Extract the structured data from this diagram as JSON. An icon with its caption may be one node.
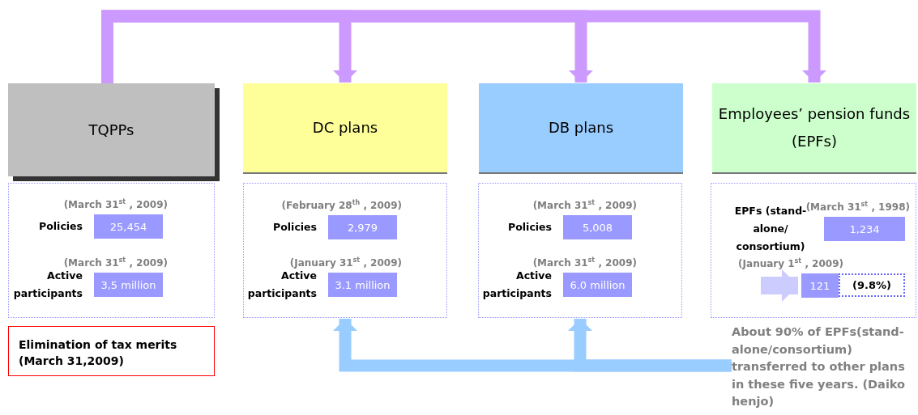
{
  "diagram": {
    "nodes": [
      {
        "text": [
          "TQPPs"
        ]
      },
      {
        "text": [
          "DC plans"
        ]
      },
      {
        "text": [
          "DB plans"
        ]
      },
      {
        "text": [
          "Employees’ pension funds (EPFs)"
        ]
      },
      {
        "text": [],
        "shape": "box"
      },
      {
        "text": [
          "25,454"
        ],
        "in": 4,
        "beside": [
          "(March 31$^{st}$ , 2009)",
          "Policies"
        ]
      },
      {
        "text": [
          "3,5 million"
        ],
        "in": 4,
        "beside": [
          "(March 31$^{st}$ , 2009)",
          "Active participants"
        ]
      },
      {
        "text": [],
        "shape": "box"
      },
      {
        "text": [
          "2,979"
        ],
        "in": 7,
        "beside": [
          "(February 28$^{th}$ , 2009)",
          "Policies"
        ]
      },
      {
        "text": [
          "3.1 million"
        ],
        "in": 7,
        "beside": [
          "(January 31$^{st}$ , 2009)",
          "Active participants"
        ]
      },
      {
        "text": [],
        "shape": "box"
      },
      {
        "text": [
          "5,008"
        ],
        "in": 10,
        "beside": [
          "(March 31$^{st}$ , 2009)",
          "Policies"
        ]
      },
      {
        "text": [
          "6.0 million"
        ],
        "in": 10,
        "beside": [
          "(March 31$^{st}$ , 2009)",
          "Active participants"
        ]
      },
      {
        "text": [],
        "shape": "box"
      },
      {
        "text": [
          "1,234"
        ],
        "in": 13,
        "beside": [
          "(March 31$^{st}$ , 1998)",
          "EPFs (stand-alone/ consortium)"
        ]
      },
      {
        "text": [
          "121"
        ],
        "in": 13,
        "beside": [
          "(January 1$^{st}$ , 2009)"
        ]
      },
      {
        "text": [
          "(9.8%)"
        ],
        "in": 13
      },
      {
        "text": [
          "Elimination of tax merits (March 31,2009)"
        ]
      },
      {
        "text": [
          "About 90% of EPFs(stand-alone/consortium) transferred to other plans in these five years. (Daiko henjo)"
        ]
      }
    ],
    "edges": [
      {
        "from": 0,
        "to": 1,
        "arrow": "to",
        "color": "#cc99ff"
      },
      {
        "from": 0,
        "to": 2,
        "arrow": "to",
        "color": "#cc99ff"
      },
      {
        "from": 0,
        "to": 3,
        "arrow": "to",
        "color": "#cc99ff"
      },
      {
        "from": null,
        "to": 15,
        "arrow": "to",
        "color": "#ccccff"
      },
      {
        "from": 18,
        "to": 7,
        "arrow": "to",
        "color": "#99ccff"
      },
      {
        "from": 18,
        "to": 10,
        "arrow": "to",
        "color": "#99ccff"
      }
    ]
  }
}
